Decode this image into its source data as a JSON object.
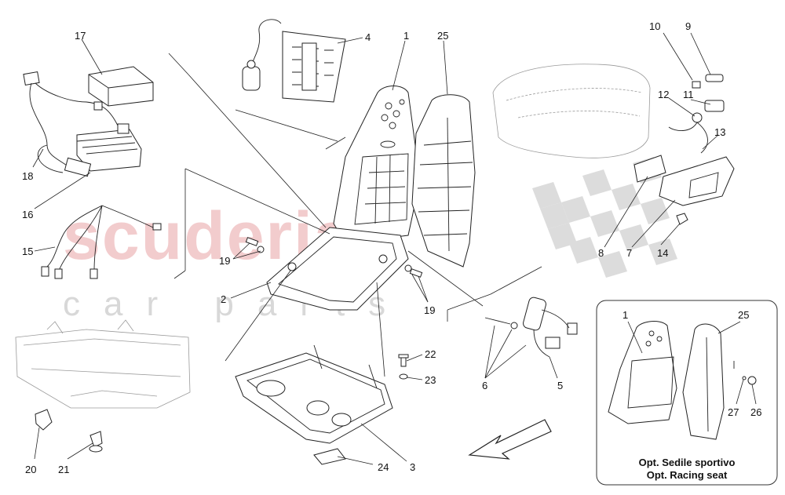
{
  "watermark": {
    "brand": "scuderia",
    "sub": "car parts"
  },
  "callouts": {
    "c1": "1",
    "c2": "2",
    "c3": "3",
    "c4": "4",
    "c5": "5",
    "c6": "6",
    "c7": "7",
    "c8": "8",
    "c9": "9",
    "c10": "10",
    "c11": "11",
    "c12": "12",
    "c13": "13",
    "c14": "14",
    "c15": "15",
    "c16": "16",
    "c17": "17",
    "c18": "18",
    "c19a": "19",
    "c19b": "19",
    "c20": "20",
    "c21": "21",
    "c22": "22",
    "c23": "23",
    "c24": "24",
    "c25": "25",
    "c1b": "1",
    "c25b": "25",
    "c26": "26",
    "c27": "27"
  },
  "optional_box": {
    "line1": "Opt. Sedile sportivo",
    "line2": "Opt. Racing seat"
  },
  "icons": {
    "direction_arrow": "front-direction-arrow-icon",
    "checker": "checkered-flag-icon"
  }
}
